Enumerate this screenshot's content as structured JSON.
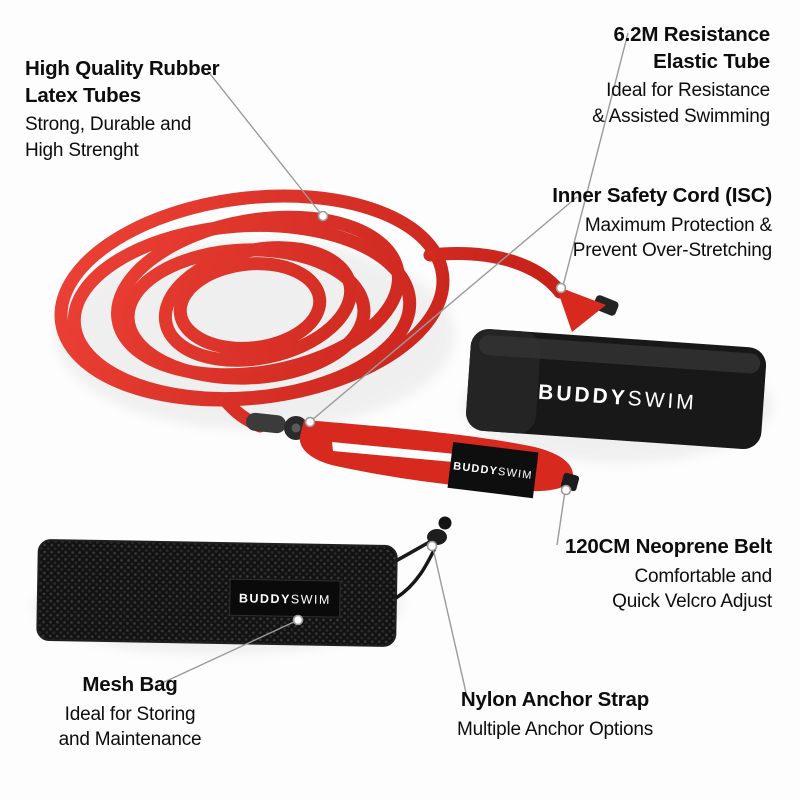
{
  "brand": {
    "bold": "BUDDY",
    "light": "SWIM"
  },
  "colors": {
    "background": "#fdfdfd",
    "text": "#0d0d0d",
    "line_gray": "#9a9a9a",
    "tube_red": "#e03127",
    "strap_red": "#d8291f",
    "product_black": "#161616"
  },
  "callouts": {
    "latex_tubes": {
      "title": "High Quality Rubber\nLatex Tubes",
      "body": "Strong, Durable and\nHigh Strenght"
    },
    "elastic_tube": {
      "title": "6.2M Resistance\nElastic Tube",
      "body": "Ideal for Resistance\n& Assisted Swimming"
    },
    "safety_cord": {
      "title": "Inner Safety Cord (ISC)",
      "body": "Maximum Protection &\nPrevent Over-Stretching"
    },
    "neoprene_belt": {
      "title": "120CM Neoprene Belt",
      "body": "Comfortable and\nQuick Velcro Adjust"
    },
    "mesh_bag": {
      "title": "Mesh Bag",
      "body": "Ideal for Storing\nand Maintenance"
    },
    "anchor_strap": {
      "title": "Nylon Anchor Strap",
      "body": "Multiple Anchor Options"
    }
  }
}
